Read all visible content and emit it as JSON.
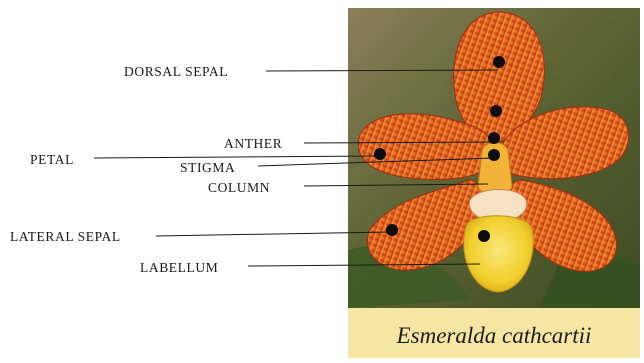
{
  "labels": {
    "dorsal_sepal": "DORSAL SEPAL",
    "anther": "ANTHER",
    "petal": "PETAL",
    "stigma": "STIGMA",
    "column": "COLUMN",
    "lateral_sepal": "LATERAL SEPAL",
    "labellum": "LABELLUM"
  },
  "caption": "Esmeralda cathcartii",
  "colors": {
    "caption_band": "#f6e6a4",
    "background_foliage": "#4a5a2c",
    "tepal_orange": "#e0541c",
    "tepal_stripe": "#f3b546",
    "labellum_yellow": "#f1cf2c",
    "marker_dot": "#0d0d0d"
  }
}
